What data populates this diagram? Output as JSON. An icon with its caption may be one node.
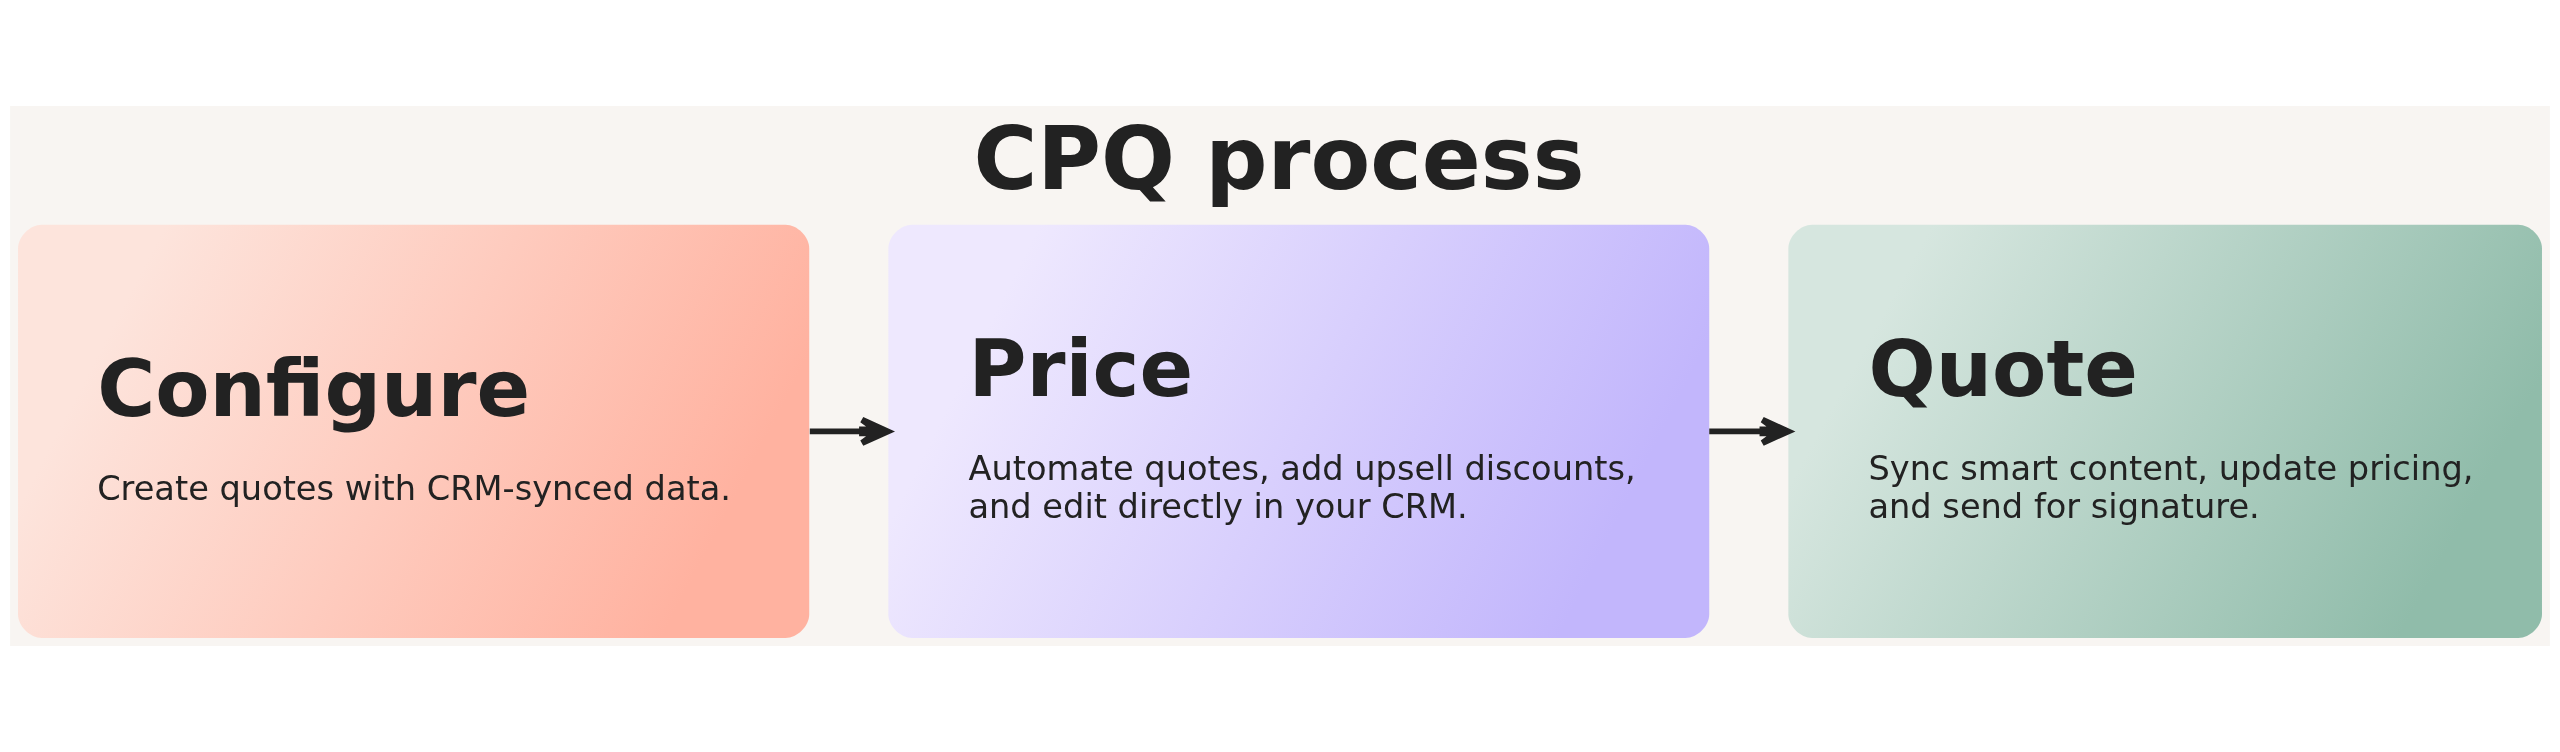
{
  "diagram": {
    "title": "CPQ process",
    "nodes": [
      {
        "text": [
          "Configure",
          "Create quotes with CRM-synced data."
        ]
      },
      {
        "text": [
          "Price",
          "Automate quotes, add upsell discounts, and edit directly in your CRM."
        ]
      },
      {
        "text": [
          "Quote",
          "Sync smart content, update pricing, and send for signature."
        ]
      }
    ],
    "edges": [
      {
        "from": 0,
        "to": 1,
        "arrow": "to"
      },
      {
        "from": 1,
        "to": 2,
        "arrow": "to"
      }
    ]
  }
}
